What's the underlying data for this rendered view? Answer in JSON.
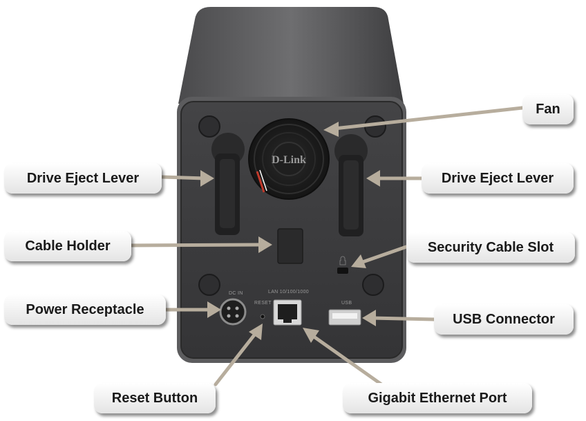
{
  "device": {
    "fan_brand": "D-Link",
    "port_text": {
      "dc_in": "DC IN",
      "reset": "RESET",
      "lan": "LAN 10/100/1000",
      "usb": "USB"
    }
  },
  "callouts": {
    "fan": "Fan",
    "drive_eject_lever_left": "Drive Eject Lever",
    "drive_eject_lever_right": "Drive Eject Lever",
    "cable_holder": "Cable Holder",
    "security_cable_slot": "Security Cable Slot",
    "power_receptacle": "Power Receptacle",
    "usb_connector": "USB Connector",
    "reset_button": "Reset Button",
    "gigabit_ethernet_port": "Gigabit Ethernet Port"
  },
  "colors": {
    "leader": "#b7ad9d",
    "housing": "#5a5a5c",
    "panel": "#3a3a3c",
    "callout_text": "#1a1a1a"
  }
}
